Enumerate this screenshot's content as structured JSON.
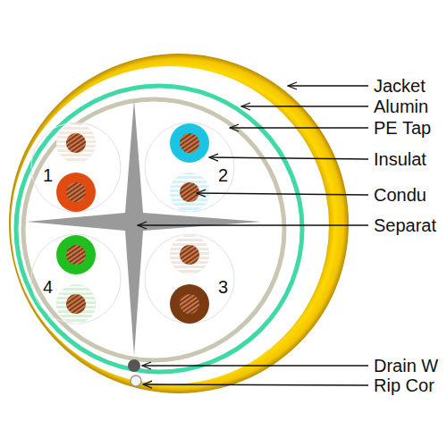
{
  "diagram": {
    "labels": [
      "Jacket",
      "Alumin",
      "PE Tap",
      "Insulat",
      "Condu",
      "Separat",
      "Drain W",
      "Rip Cor",
      "1",
      "2",
      "4",
      "3"
    ]
  }
}
